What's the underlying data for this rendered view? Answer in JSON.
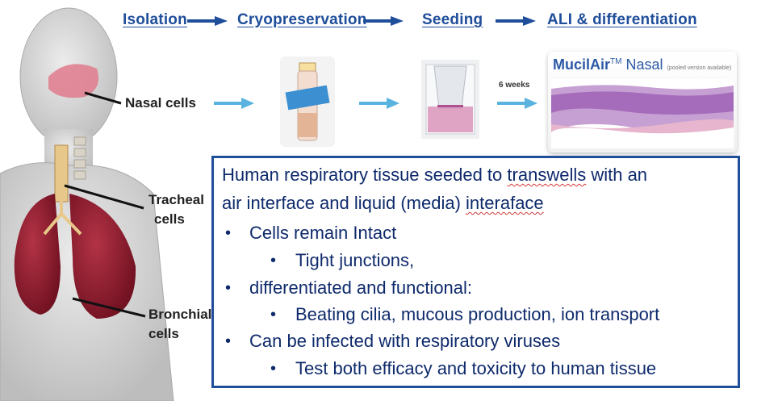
{
  "steps": {
    "isolation": "Isolation",
    "cryo": "Cryopreservation",
    "seeding": "Seeding",
    "ali": "ALI & differentiation"
  },
  "labels": {
    "nasal": "Nasal cells",
    "tracheal_1": "Tracheal",
    "tracheal_2": "cells",
    "bronchial_1": "Bronchial",
    "bronchial_2": "cells",
    "six_weeks": "6 weeks"
  },
  "product": {
    "name": "MucilAir",
    "tm": "TM",
    "variant": " Nasal",
    "note": "(pooled version available)"
  },
  "infobox": {
    "line1_a": "Human respiratory tissue seeded to ",
    "line1_b": "transwells",
    "line1_c": " with an",
    "line2_a": "air interface and liquid (media) ",
    "line2_b": "interaface",
    "b1": "Cells remain Intact",
    "b1_1": "Tight junctions,",
    "b2": "differentiated and functional:",
    "b2_1": "Beating cilia, mucous production, ion transport",
    "b3": "Can be infected with respiratory viruses",
    "b3_1": "Test both efficacy and toxicity to human tissue"
  },
  "colors": {
    "header_blue": "#1f4e9a",
    "light_arrow": "#5ab3de",
    "lung": "#8e1b2c"
  }
}
